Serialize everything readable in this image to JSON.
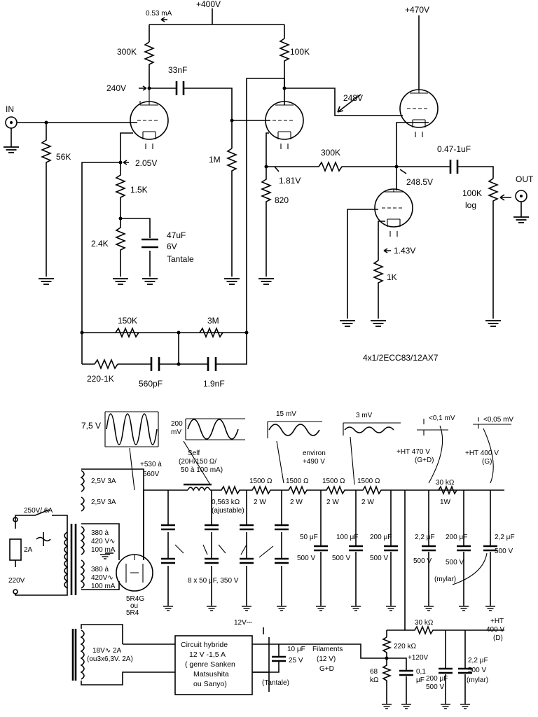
{
  "preamp": {
    "supply_top": "+400V",
    "supply_right": "+470V",
    "current": "0.53 mA",
    "in_label": "IN",
    "out_label": "OUT",
    "r_300k_top": "300K",
    "r_100k": "100K",
    "c_33nf": "33nF",
    "v_240": "240V",
    "v_248": "248V",
    "r_56k": "56K",
    "v_205": "2.05V",
    "r_1m": "1M",
    "r_15k": "1.5K",
    "v_181": "1.81V",
    "r_820": "820",
    "r_24k": "2.4K",
    "c_47uf": "47uF",
    "c_47uf_v": "6V",
    "c_47uf_type": "Tantale",
    "r_300k_mid": "300K",
    "v_2485": "248.5V",
    "c_047": "0.47-1uF",
    "pot_100k": "100K",
    "pot_log": "log",
    "v_143": "1.43V",
    "r_1k": "1K",
    "r_150k": "150K",
    "r_3m": "3M",
    "r_220": "220-1K",
    "c_560": "560pF",
    "c_19n": "1.9nF",
    "tube_type": "4x1/2ECC83/12AX7"
  },
  "psu": {
    "wave_75": "7,5 V",
    "wave_200": "200",
    "wave_200_unit": "mV",
    "wave_15": "15 mV",
    "wave_3": "3 mV",
    "ripple_01": "<0,1 mV",
    "ripple_005": "<0,05 mV",
    "self_1": "Self",
    "self_2": "(20H/150 Ω/",
    "self_3": "50 à 100 mA)",
    "v_530": "+530 à",
    "v_560": "560V",
    "env_1": "environ",
    "env_2": "+490 V",
    "ht470_1": "+HT 470 V",
    "ht470_2": "(G+D)",
    "ht400_1": "+HT 400 V",
    "ht400_2": "(G)",
    "sec_25a": "2,5V  3A",
    "sec_25b": "2,5V  3A",
    "sec_380a_1": "380 à",
    "sec_380a_2": "420 V∿",
    "sec_380a_3": "100 mA",
    "sec_380b_1": "380 à",
    "sec_380b_2": "420V∿",
    "sec_380b_3": "100 mA",
    "fuse_main": "250V/ 6A",
    "fuse_2a": "2A",
    "mains": "220V",
    "rect_1": "5R4G",
    "rect_2": "ou",
    "rect_3": "5R4",
    "r_1500_1": "1500 Ω",
    "r_1500_2": "1500 Ω",
    "r_1500_3": "1500 Ω",
    "r_1500_4": "1500 Ω",
    "w2_1": "2 W",
    "w2_2": "2 W",
    "w2_3": "2 W",
    "w2_4": "2 W",
    "r_0563_1": "0,563 kΩ",
    "r_0563_2": "(ajustable)",
    "r_30k_1": "30 kΩ",
    "r_1w": "1W",
    "caps_8x50": "8 x 50 μF, 350 V",
    "c50_1": "50  μF",
    "c50_2": "500  V",
    "c100_1": "100 μF",
    "c100_2": "500  V",
    "c200a_1": "200 μF",
    "c200a_2": "500 V",
    "c22a_1": "2,2 μF",
    "c22a_2": "500 V",
    "mylar_1": "(mylar)",
    "c200b_1": "200 μF",
    "c200b_2": "500 V",
    "c22b_1": "2,2 μF",
    "c22b_2": "500 V",
    "v12": "12V⎓",
    "sec_18_1": "18V∿ 2A",
    "sec_18_2": "(ou3x6,3V. 2A)",
    "hyb_1": "Circuit  hybride",
    "hyb_2": "12 V  -1,5 A",
    "hyb_3": "( genre Sanken",
    "hyb_4": "Matsushita",
    "hyb_5": "ou  Sanyo)",
    "c10_1": "10 μF",
    "c10_2": "25 V",
    "tantale": "(Tantale)",
    "fil_1": "Filaments",
    "fil_2": "(12 V)",
    "fil_3": "G+D",
    "r_30k_2": "30 kΩ",
    "ht400d_1": "+HT",
    "ht400d_2": "400 V",
    "ht400d_3": "(D)",
    "r_220k": "220 kΩ",
    "v120": "+120V",
    "r_68k_1": "68",
    "r_68k_2": "kΩ",
    "c01_1": "0,1",
    "c01_2": "μF",
    "c200c_1": "200 μF",
    "c200c_2": "500 V",
    "c22c_1": "2,2 μF",
    "c22c_2": "500 V",
    "mylar_2": "(mylar)"
  }
}
